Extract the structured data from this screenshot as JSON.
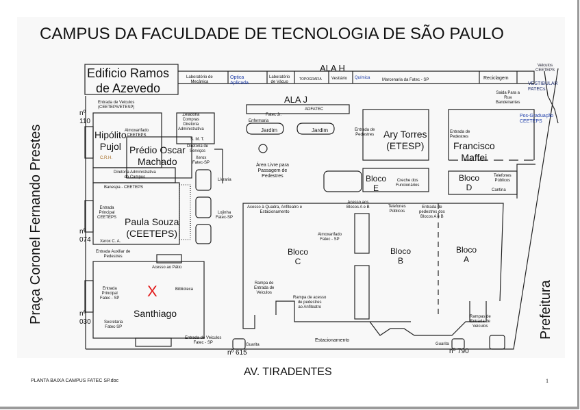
{
  "title": "CAMPUS DA FACULDADE DE TECNOLOGIA DE SÃO PAULO",
  "street_left": "Praça Coronel Fernando Prestes",
  "street_right": "Prefeitura",
  "street_bottom": "AV. TIRADENTES",
  "footer": {
    "filename": "PLANTA BAIXA CAMPUS FATEC SP.doc",
    "page": "1"
  },
  "marker": "X",
  "labels": {
    "ramos": "Edificio  Ramos\nde Azevedo",
    "lab_mec": "Laboratório de\nMecânica",
    "optica": "Optica\nAplicada",
    "lab_vacuo": "Laboratório\nde Vácuo",
    "topografia": "TOPOGRAFIA",
    "vestiario": "Vestiário",
    "quimica": "Química",
    "marcenaria": "Marcenaria da Fatec - SP",
    "reciclagem": "Reciclagem",
    "veiculos_ceeteps": "Veiculos\nCEETEPS",
    "vestibular": "VESTIBULAR\nFATECs",
    "saida": "Saida Para a\nRua\nBandeirantes",
    "pos": "Pos-Graduação\nCEETEPS",
    "ala_h": "ALA  H",
    "ala_j": "ALA  J",
    "adfatec": "ADFATEC",
    "fatec_jr": "Fatec Jr.",
    "enfermaria": "Enfermaria",
    "jardim1": "Jardim",
    "jardim2": "Jardim",
    "ent_veic_ceeteps": "Entrada de Veiculos\n(CEETEPS/ETESP)",
    "n110": "nº\n110",
    "hipolito": "Hipólito\nPujol",
    "almox_ceeteps": "Almoxarifado\nCEETEPS",
    "crh": "C.R.H.",
    "oscar": "Prédio Oscar\nMachado",
    "zeladoria": "Zeladoria\nCompras\nDiretoria\nAdministrativa",
    "smt": "S. M. T.",
    "dir_servicos": "Diretoria de\nServiços",
    "xerox_fatec": "Xerox\nFatec-SP",
    "livraria": "Livraria",
    "dir_campus": "Diretoria Administrativa\ndo Campus",
    "area_livre": "Área Livre para\nPassagem de\nPedestres",
    "ent_ped_ary": "Entrada de\nPedestres",
    "ary": "Ary Torres\n(ETESP)",
    "ent_ped_maffei": "Entrada de\nPedestres",
    "maffei": "Francisco\nMaffei",
    "bloco_e": "Bloco\nE",
    "creche": "Creche dos\nFuncionários",
    "bloco_d": "Bloco\nD",
    "tel1": "Telefones\nPúblicos",
    "cantina": "Cantina",
    "banespa": "Banespa - CEETEPS",
    "ent_principal_ceeteps": "Entrada\nPrincipal\nCEETEPS",
    "paula": "Paula Souza\n(CEETEPS)",
    "lojinha": "Lojinha\nFatec-SP",
    "n074": "nº\n074",
    "xerox_ca": "Xerox C. A.",
    "acesso_quadra": "Acesso à Quadra, Anfiteatro e\nEstacionamento",
    "acesso_blocos": "Acesso aos\nBlocos A e B",
    "tel2": "Telefones\nPúblicos",
    "ent_ped_ab": "Entrada de\npedestres dos\nBlocos A e B",
    "almox_fatec": "Almoxarifado\nFatec - SP",
    "bloco_c": "Bloco\nC",
    "bloco_b": "Bloco\nB",
    "bloco_a": "Bloco\nA",
    "ent_aux": "Entrada Auxiliar de\nPedestres",
    "acesso_patio": "Acesso ao Pátio",
    "ent_principal_fatec": "Entrada\nPrincipal\nFatec - SP",
    "biblioteca": "Biblioteca",
    "santhiago": "Santhiago",
    "secretaria": "Secretaria\nFatec-SP",
    "n030": "nº\n030",
    "rampa_veic": "Rampa de\nEntrada de\nVeiculos",
    "rampa_ped": "Rampa de acesso\nde pedestres\nao Anfiteatro",
    "rampas_veic": "Rampas de\nEntrada de\nVeiculos",
    "ent_veic_fatec": "Entrada de Veiculos\nFatec - SP",
    "guarita1": "Guarita",
    "n615": "nº 615",
    "estacionamento": "Estacionamento",
    "guarita2": "Guarita",
    "n790": "nº 790"
  }
}
